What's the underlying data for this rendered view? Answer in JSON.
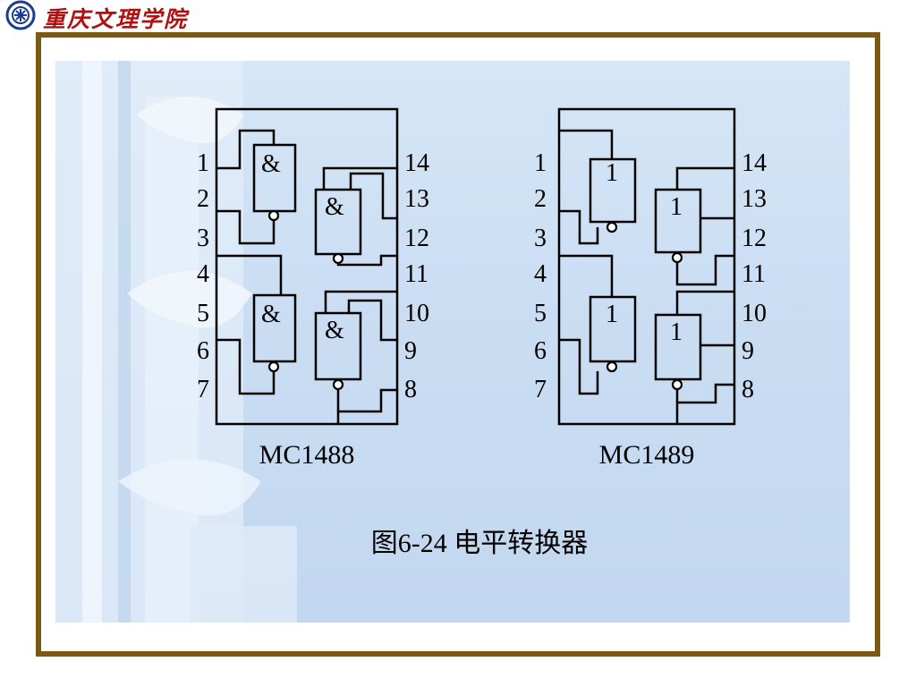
{
  "header": {
    "logo_text": "重庆文理学院",
    "emblem_icon": "university-emblem-icon"
  },
  "diagram": {
    "left_chip": {
      "name": "MC1488",
      "gate_symbol": "&",
      "pins_left": [
        "1",
        "2",
        "3",
        "4",
        "5",
        "6",
        "7"
      ],
      "pins_right": [
        "14",
        "13",
        "12",
        "11",
        "10",
        "9",
        "8"
      ]
    },
    "right_chip": {
      "name": "MC1489",
      "gate_symbol": "1",
      "pins_left": [
        "1",
        "2",
        "3",
        "4",
        "5",
        "6",
        "7"
      ],
      "pins_right": [
        "14",
        "13",
        "12",
        "11",
        "10",
        "9",
        "8"
      ]
    },
    "caption": "图6-24  电平转换器"
  },
  "colors": {
    "frame": "#7a5a12",
    "panel": "#cfe0f4",
    "logo": "#b01010"
  }
}
